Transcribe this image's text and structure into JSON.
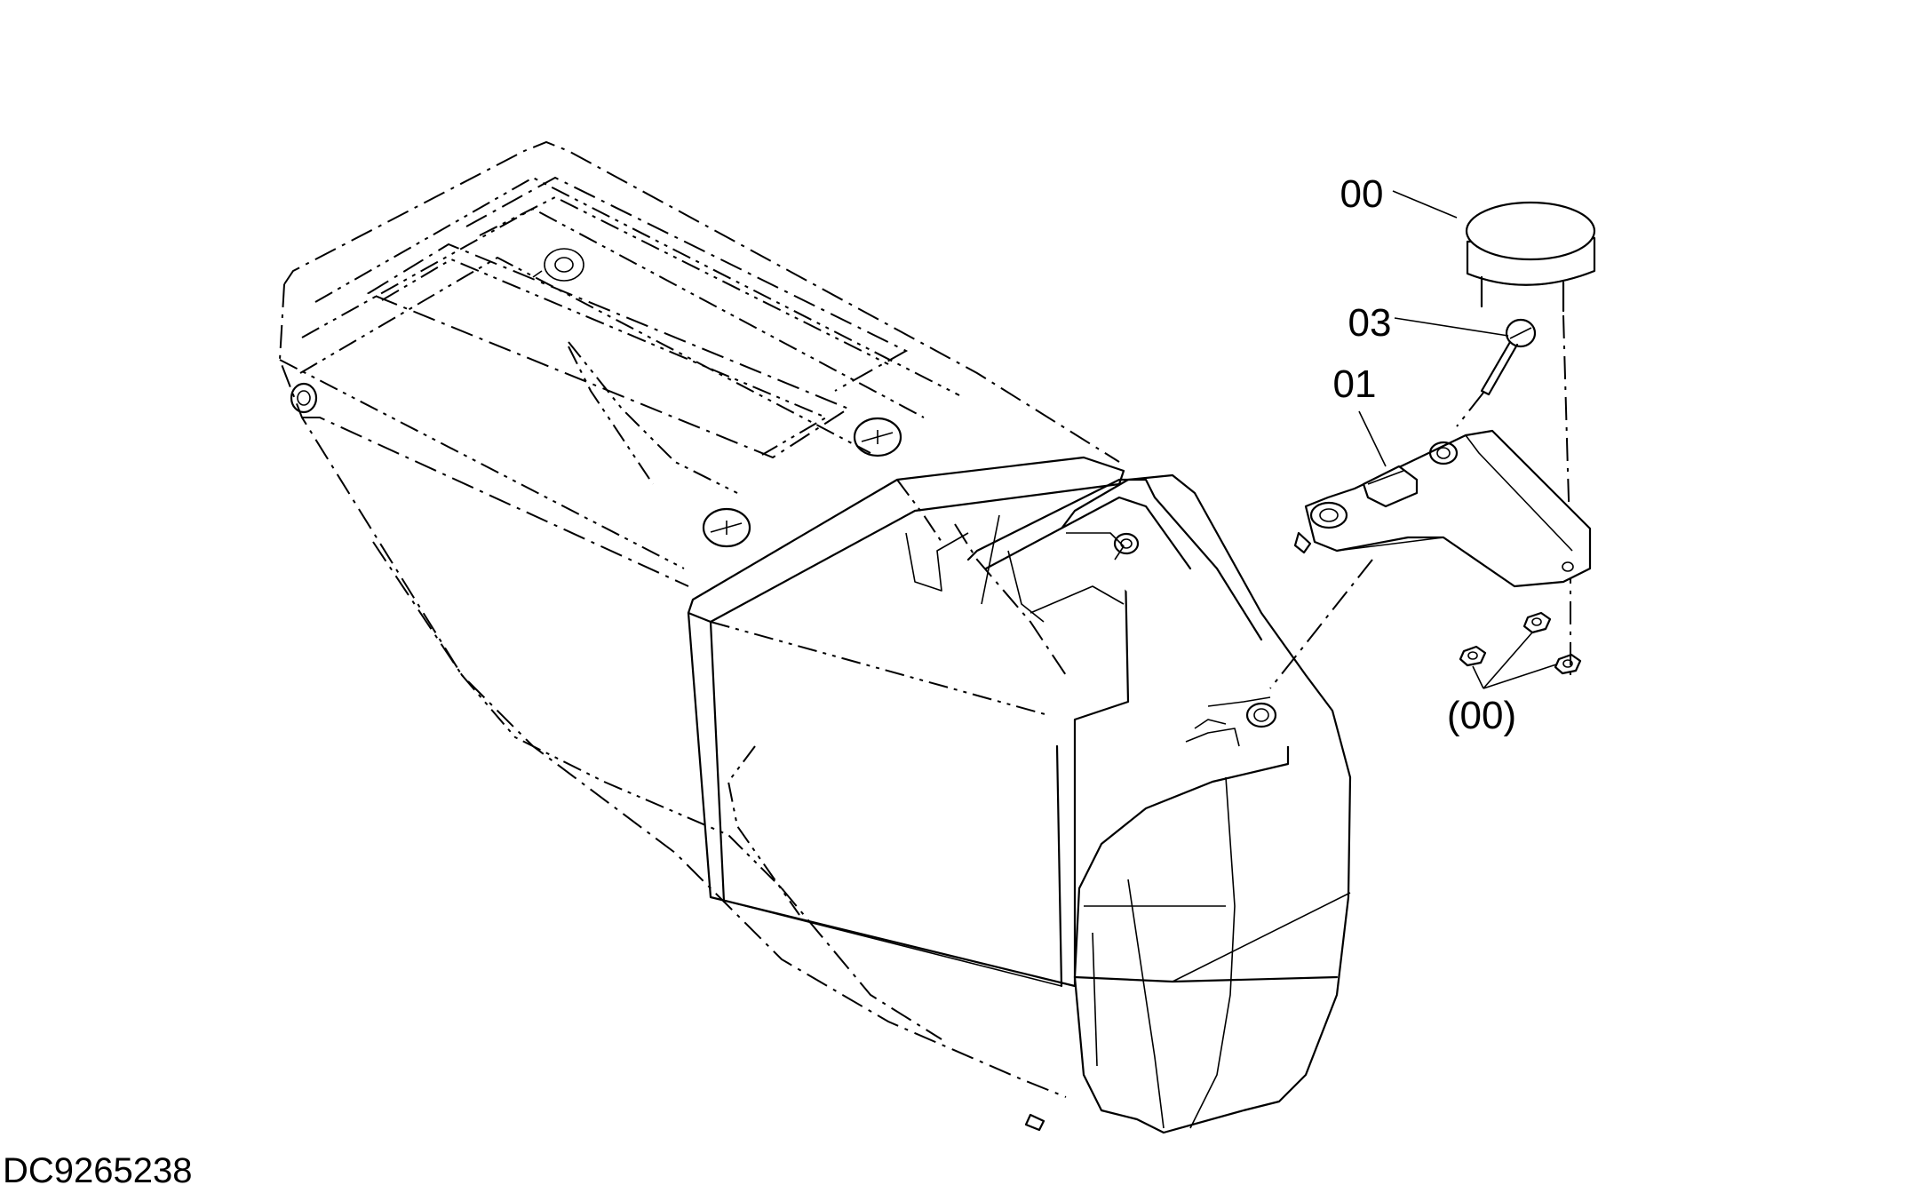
{
  "diagram": {
    "document_id": "DC9265238",
    "callouts": [
      {
        "id": "callout-00",
        "text": "00"
      },
      {
        "id": "callout-03",
        "text": "03"
      },
      {
        "id": "callout-01",
        "text": "01"
      },
      {
        "id": "callout-00-nuts",
        "text": "(00)"
      }
    ]
  }
}
